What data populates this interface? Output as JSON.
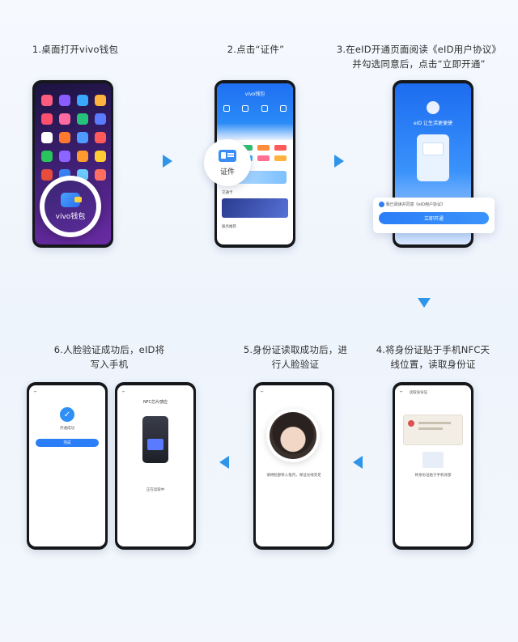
{
  "steps": {
    "s1": "1.桌面打开vivo钱包",
    "s2": "2.点击“证件”",
    "s3_line1": "3.在eID开通页面阅读《eID用户协议》",
    "s3_line2": "并勾选同意后，点击“立即开通”",
    "s4_line1": "4.将身份证贴于手机NFC天",
    "s4_line2": "线位置，读取身份证",
    "s5_line1": "5.身份证读取成功后，进",
    "s5_line2": "行人脸验证",
    "s6_line1": "6.人脸验证成功后，eID将",
    "s6_line2": "写入手机"
  },
  "phone1": {
    "wallet_label": "vivo钱包"
  },
  "phone2": {
    "header": "vivo钱包",
    "circle_label": "证件",
    "section_card": "交通卡",
    "section_more": "服务推荐"
  },
  "phone3": {
    "title": "eID 让生活更便捷",
    "consent_text": "我已阅读并同意《eID用户协议》",
    "open_button": "立即开通"
  },
  "phone4": {
    "title": "读取身份证",
    "hint": "将身份证贴于手机背部"
  },
  "phone5": {
    "hint": "请将脸部移入框内，保证光线充足"
  },
  "phone6a": {
    "status": "开通成功",
    "button": "完成"
  },
  "phone6b": {
    "title": "NFC芯片感应",
    "hint": "正在读取中"
  },
  "colors": {
    "accent": "#2f95e8",
    "primary": "#2b7ef7"
  }
}
